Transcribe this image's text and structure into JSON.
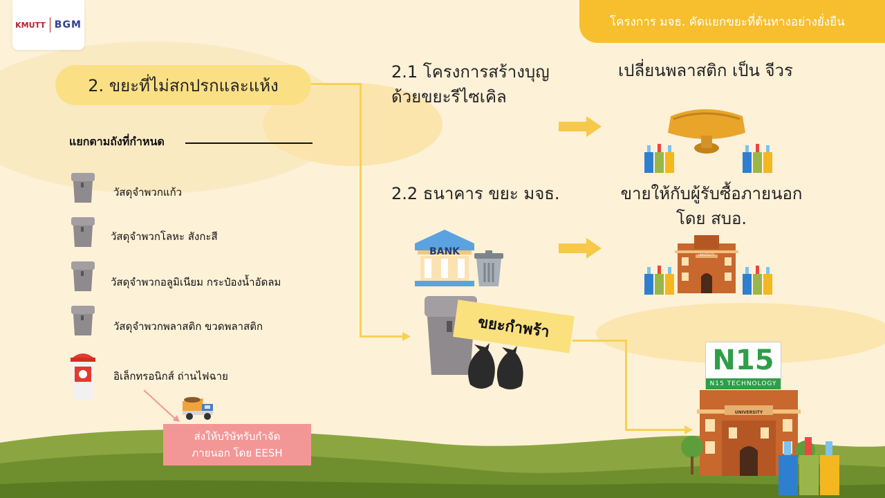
{
  "logo": {
    "kmutt": "KMUTT",
    "bgm": "BGM"
  },
  "header": {
    "title": "โครงการ มจธ. คัดแยกขยะที่ต้นทางอย่างยั่งยืน"
  },
  "section": {
    "title": "2. ขยะที่ไม่สกปรกและแห้ง"
  },
  "sort": {
    "label": "แยกตามถังที่กำหนด",
    "items": [
      {
        "text": "วัสดุจำพวกแก้ว"
      },
      {
        "text": "วัสดุจำพวกโลหะ สังกะสี"
      },
      {
        "text": "วัสดุจำพวกอลูมิเนียม กระป๋องน้ำอัดลม"
      },
      {
        "text": "วัสดุจำพวกพลาสติก ขวดพลาสติก"
      },
      {
        "text": "อิเล็กทรอนิกส์ ถ่านไฟฉาย"
      }
    ]
  },
  "disposal": {
    "line1": "ส่งให้บริษัทรับกำจัด",
    "line2": "ภายนอก โดย EESH"
  },
  "program1": {
    "line1": "2.1 โครงการสร้างบุญ",
    "line2": "ด้วยขยะรีไซเคิล"
  },
  "program2": {
    "title": "2.2 ธนาคาร ขยะ มจธ.",
    "bank_label": "BANK"
  },
  "result1": {
    "title": "เปลี่ยนพลาสติก เป็น จีวร"
  },
  "result2": {
    "line1": "ขายให้กับผู้รับซื้อภายนอก",
    "line2": "โดย สบอ."
  },
  "orphan": {
    "label": "ขยะกำพร้า"
  },
  "n15": {
    "logo_text": "N15",
    "brand": "N15 TECHNOLOGY",
    "building_label": "UNIVERSITY"
  },
  "building_small": {
    "label": "UNIVERSITY"
  },
  "colors": {
    "accent": "#f7be2e",
    "line": "#f7d154",
    "pill": "#fbdf85",
    "pink": "#f29796",
    "background": "#fdf1d8"
  }
}
